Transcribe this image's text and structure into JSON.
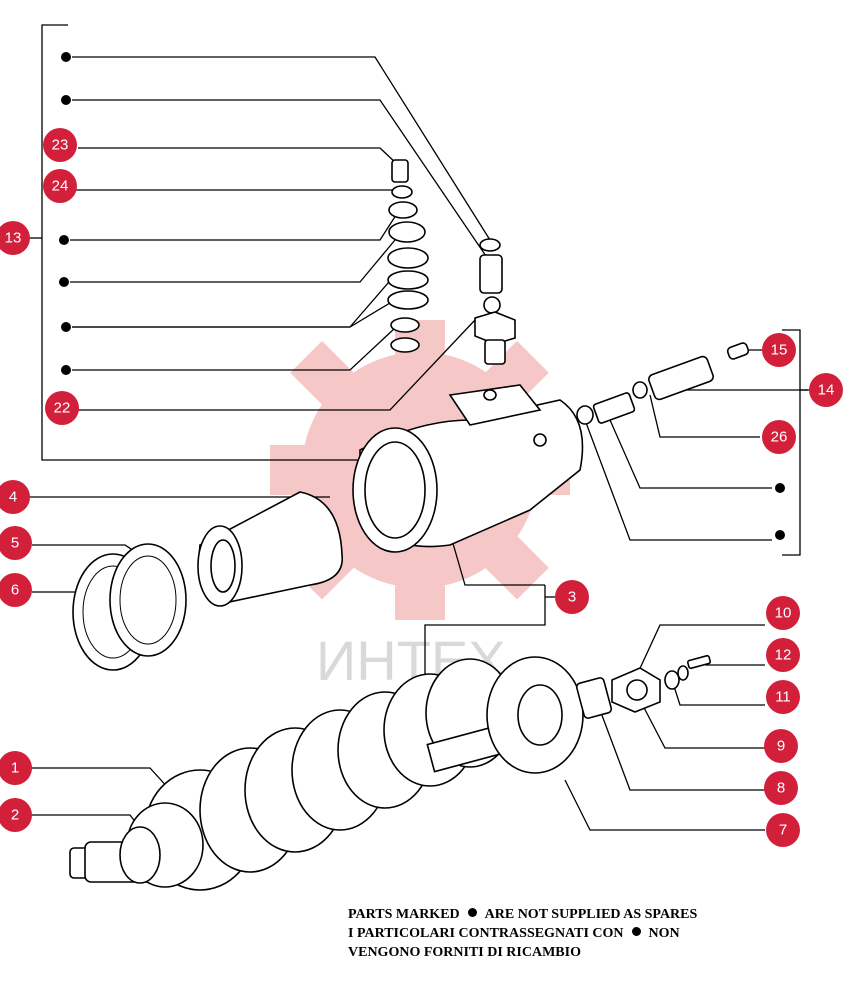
{
  "callouts": [
    "1",
    "2",
    "3",
    "4",
    "5",
    "6",
    "7",
    "8",
    "9",
    "10",
    "11",
    "12",
    "13",
    "14",
    "15",
    "22",
    "23",
    "24",
    "26"
  ],
  "watermark": "ИНТЕХ",
  "note": {
    "line1_a": "PARTS MARKED",
    "line1_b": "ARE NOT SUPPLIED AS SPARES",
    "line2_a": "I PARTICOLARI CONTRASSEGNATI CON",
    "line2_b": "NON",
    "line3": "VENGONO FORNITI DI RICAMBIO"
  },
  "colors": {
    "callout": "#d3203a",
    "watermark": "#f4b8b8"
  }
}
